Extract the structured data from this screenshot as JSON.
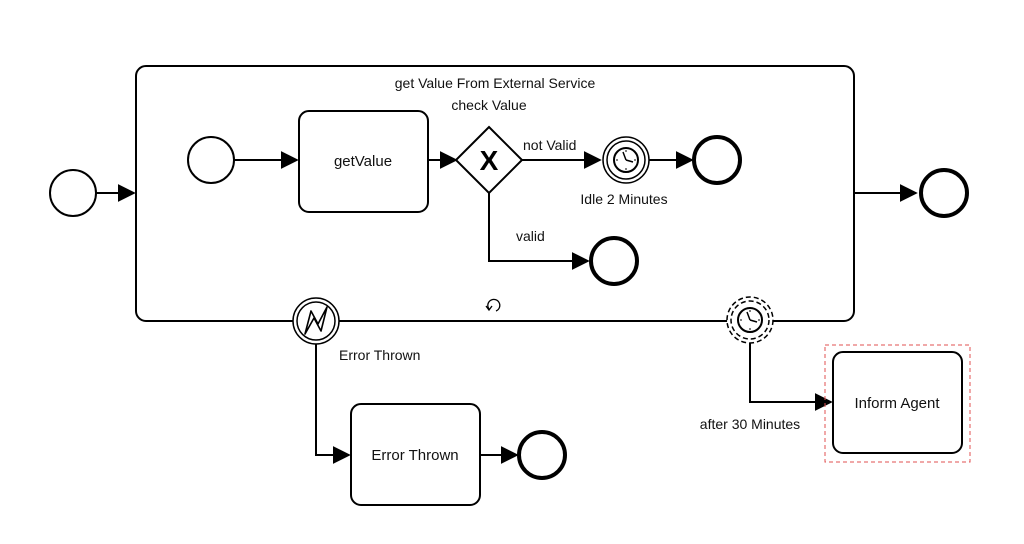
{
  "diagram": {
    "subprocess_title": "get Value From External Service",
    "gateway_label": "check Value",
    "tasks": {
      "get_value": "getValue",
      "error_thrown": "Error Thrown",
      "inform_agent": "Inform Agent"
    },
    "flows": {
      "not_valid": "not Valid",
      "valid": "valid"
    },
    "events": {
      "idle_timer": "Idle 2 Minutes",
      "error_boundary": "Error Thrown",
      "timer_boundary": "after 30 Minutes"
    },
    "gateway_marker": "X",
    "colors": {
      "stroke": "#000000",
      "selection": "#e05252"
    }
  }
}
